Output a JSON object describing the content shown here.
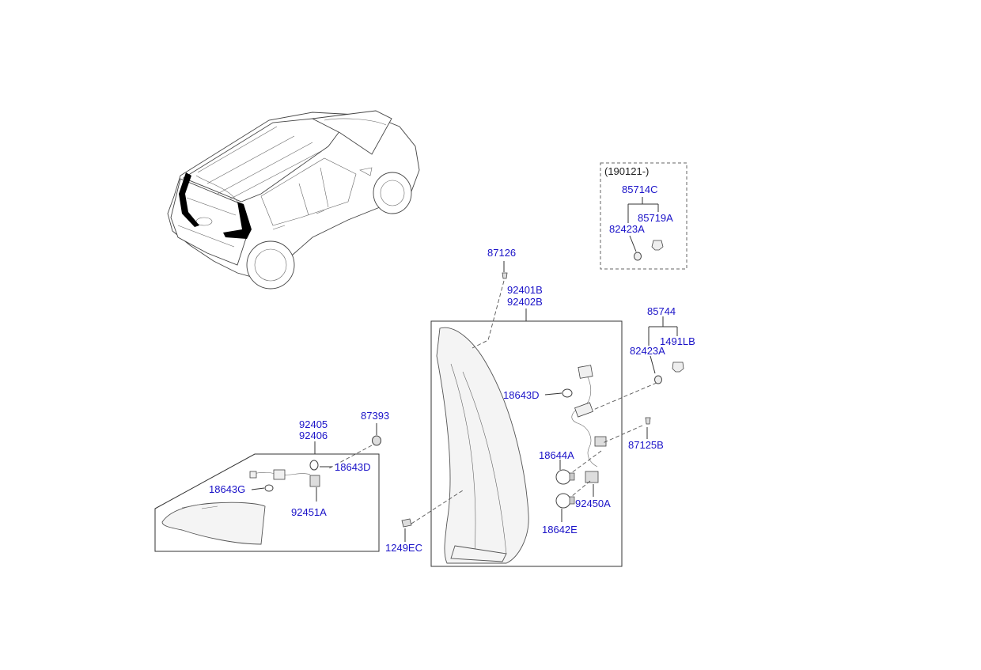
{
  "inset": {
    "header": "(190121-)",
    "labels": [
      "85714C",
      "85719A",
      "82423A"
    ]
  },
  "parts": {
    "p87126": "87126",
    "p92401B": "92401B",
    "p92402B": "92402B",
    "p85744": "85744",
    "p82423A": "82423A",
    "p1491LB": "1491LB",
    "p18643D_right": "18643D",
    "p87125B": "87125B",
    "p18644A": "18644A",
    "p92450A": "92450A",
    "p18642E": "18642E",
    "p1249EC": "1249EC",
    "p87393": "87393",
    "p92405": "92405",
    "p92406": "92406",
    "p18643D_left": "18643D",
    "p18643G": "18643G",
    "p92451A": "92451A"
  },
  "colors": {
    "label": "#1a12c8",
    "line": "#333333",
    "highlight": "#000000"
  }
}
